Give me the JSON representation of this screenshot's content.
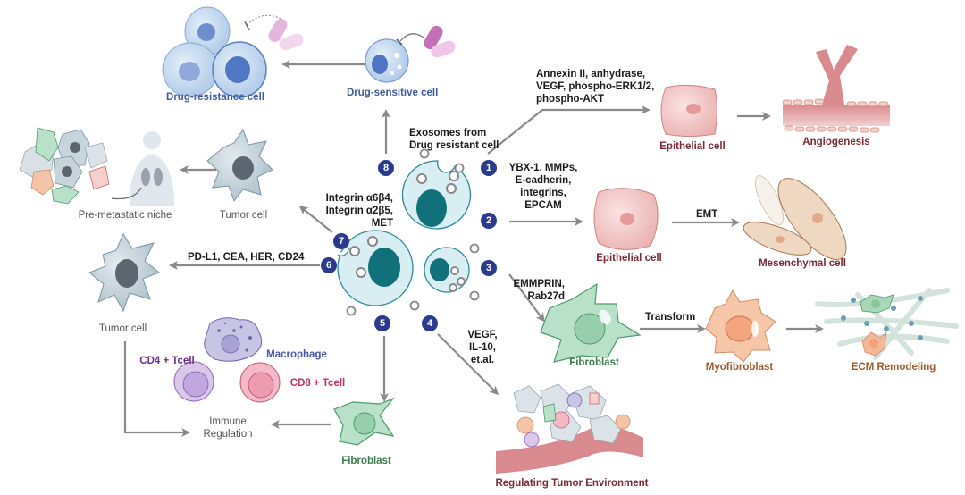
{
  "badges": [
    "1",
    "2",
    "3",
    "4",
    "5",
    "6",
    "7",
    "8"
  ],
  "pathways": {
    "p1": {
      "molecules": "Annexin II, anhydrase,\nVEGF, phospho-ERK1/2,\nphospho-AKT",
      "target": "Epithelial cell",
      "outcome": "Angiogenesis"
    },
    "p2": {
      "molecules": "YBX-1, MMPs,\nE-cadherin,\nintegrins,\nEPCAM",
      "target": "Epithelial cell",
      "step": "EMT",
      "outcome": "Mesenchymal cell"
    },
    "p3": {
      "molecules": "EMMPRIN,\nRab27d",
      "target": "Fibroblast",
      "step": "Transform",
      "intermediate": "Myofibroblast",
      "outcome": "ECM Remodeling"
    },
    "p4": {
      "molecules": "VEGF,\nIL-10,\net.al.",
      "outcome": "Regulating Tumor Environment"
    },
    "p5": {
      "target": "Fibroblast",
      "outcome_line1": "Immune",
      "outcome_line2": "Regulation"
    },
    "p6": {
      "molecules": "PD-L1, CEA, HER, CD24",
      "target": "Tumor cell"
    },
    "p7": {
      "molecules": "Integrin α6β4,\nIntegrin α2β5,\nMET",
      "target": "Tumor cell",
      "outcome": "Pre-metastatic niche"
    },
    "p8": {
      "molecules": "Exosomes from\nDrug resistant cell",
      "target": "Drug-sensitive cell",
      "outcome": "Drug-resistance cell"
    }
  },
  "immune": {
    "cd4": "CD4 + Tcell",
    "cd8": "CD8 + Tcell",
    "macrophage": "Macrophage"
  },
  "colors": {
    "badge": "#2b3a8c",
    "arrow": "#8a8a8a",
    "exosome_fill": "#d9eef2",
    "exosome_stroke": "#2f8a9a",
    "nucleus": "#12707a"
  }
}
